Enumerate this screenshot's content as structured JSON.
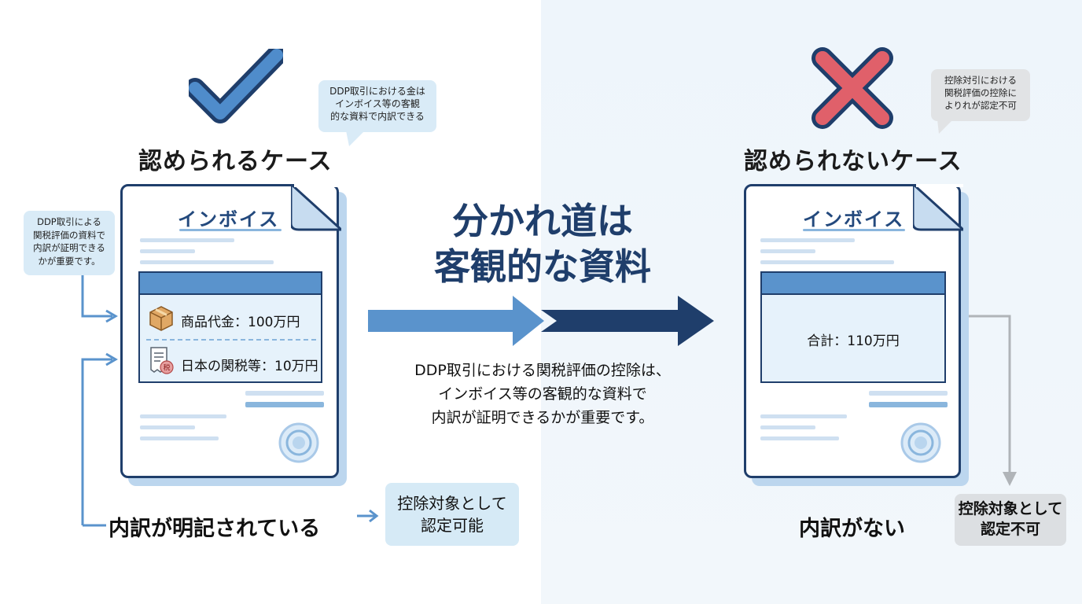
{
  "left": {
    "case_title": "認められるケース",
    "bubble_top": [
      "DDP取引における金は",
      "インボイス等の客観",
      "的な資料で内訳できる"
    ],
    "bubble_side": [
      "DDP取引による",
      "関税評価の資料で",
      "内訳が証明できる",
      "かが重要です。"
    ],
    "doc_title": "インボイス",
    "line1": "商品代金：100万円",
    "line2": "日本の関税等：10万円",
    "stamp_char": "税",
    "bottom_label": "内訳が明記されている",
    "result": [
      "控除対象として",
      "認定可能"
    ]
  },
  "center": {
    "headline": [
      "分かれ道は",
      "客観的な資料"
    ],
    "description": [
      "DDP取引における関税評価の控除は、",
      "インボイス等の客観的な資料で",
      "内訳が証明できるかが重要です。"
    ]
  },
  "right": {
    "case_title": "認められないケース",
    "bubble_top": [
      "控除対引における",
      "関税評価の控除に",
      "よりれが認定不可"
    ],
    "doc_title": "インボイス",
    "total": "合計：110万円",
    "bottom_label": "内訳がない",
    "result": [
      "控除対象として",
      "認定不可"
    ]
  },
  "colors": {
    "navy": "#1f3e6b",
    "blue": "#5a93cc",
    "check_blue": "#4f8ccb",
    "cross_red": "#e0606a",
    "light_blue": "#d9ebf7",
    "gray": "#dcdfe2"
  }
}
